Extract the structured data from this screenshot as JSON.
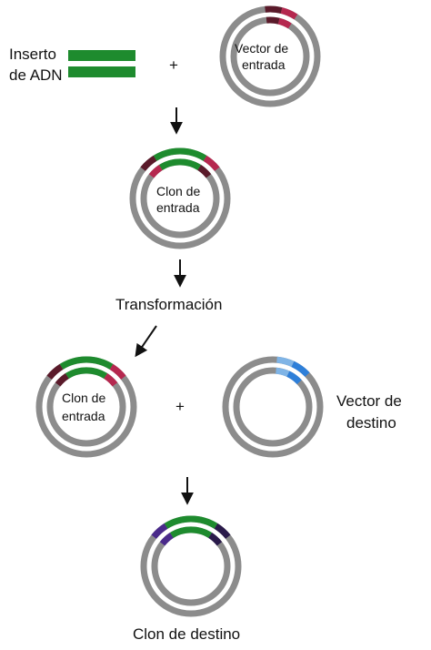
{
  "labels": {
    "insert_line1": "Inserto",
    "insert_line2": "de ADN",
    "plus_1": "+",
    "entry_vector_line1": "Vector de",
    "entry_vector_line2": "entrada",
    "entry_clone_top_line1": "Clon de",
    "entry_clone_top_line2": "entrada",
    "transformation": "Transformación",
    "entry_clone_bottom_line1": "Clon de",
    "entry_clone_bottom_line2": "entrada",
    "plus_2": "+",
    "dest_vector_line1": "Vector de",
    "dest_vector_line2": "destino",
    "dest_clone": "Clon de destino"
  },
  "colors": {
    "plasmid": "#8c8c8c",
    "insert": "#1e8b2e",
    "entry_site_dark": "#5a1a2a",
    "entry_site_red": "#b5284f",
    "dest_site_light": "#7fb4e6",
    "dest_site_blue": "#2e7fd9",
    "dest_clone_site_purple": "#4a2a8a",
    "dest_clone_site_dark": "#2a1a4a",
    "arrow": "#111111"
  }
}
